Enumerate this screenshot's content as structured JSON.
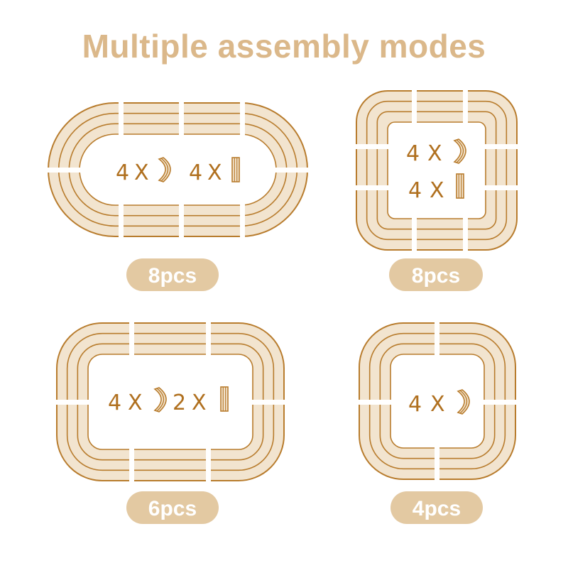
{
  "title": "Multiple assembly modes",
  "colors": {
    "title": "#DBB88A",
    "track_fill": "#F2E4CF",
    "track_line": "#B87C2D",
    "badge_fill": "#E3C9A2",
    "badge_text": "#FFFFFF",
    "label_text": "#B0701F",
    "gap": "#FFFFFF"
  },
  "layouts": [
    {
      "id": "oval-8",
      "badge": "8pcs",
      "pieces": [
        {
          "count": "4",
          "times": "X",
          "icon": "curved-track-icon"
        },
        {
          "count": "4",
          "times": "X",
          "icon": "straight-track-icon"
        }
      ]
    },
    {
      "id": "square-8",
      "badge": "8pcs",
      "pieces": [
        {
          "count": "4",
          "times": "X",
          "icon": "curved-track-icon"
        },
        {
          "count": "4",
          "times": "X",
          "icon": "straight-track-icon"
        }
      ]
    },
    {
      "id": "rect-6",
      "badge": "6pcs",
      "pieces": [
        {
          "count": "4",
          "times": "X",
          "icon": "curved-track-icon"
        },
        {
          "count": "2",
          "times": "X",
          "icon": "straight-track-icon"
        }
      ]
    },
    {
      "id": "circle-4",
      "badge": "4pcs",
      "pieces": [
        {
          "count": "4",
          "times": "X",
          "icon": "curved-track-icon"
        }
      ]
    }
  ]
}
